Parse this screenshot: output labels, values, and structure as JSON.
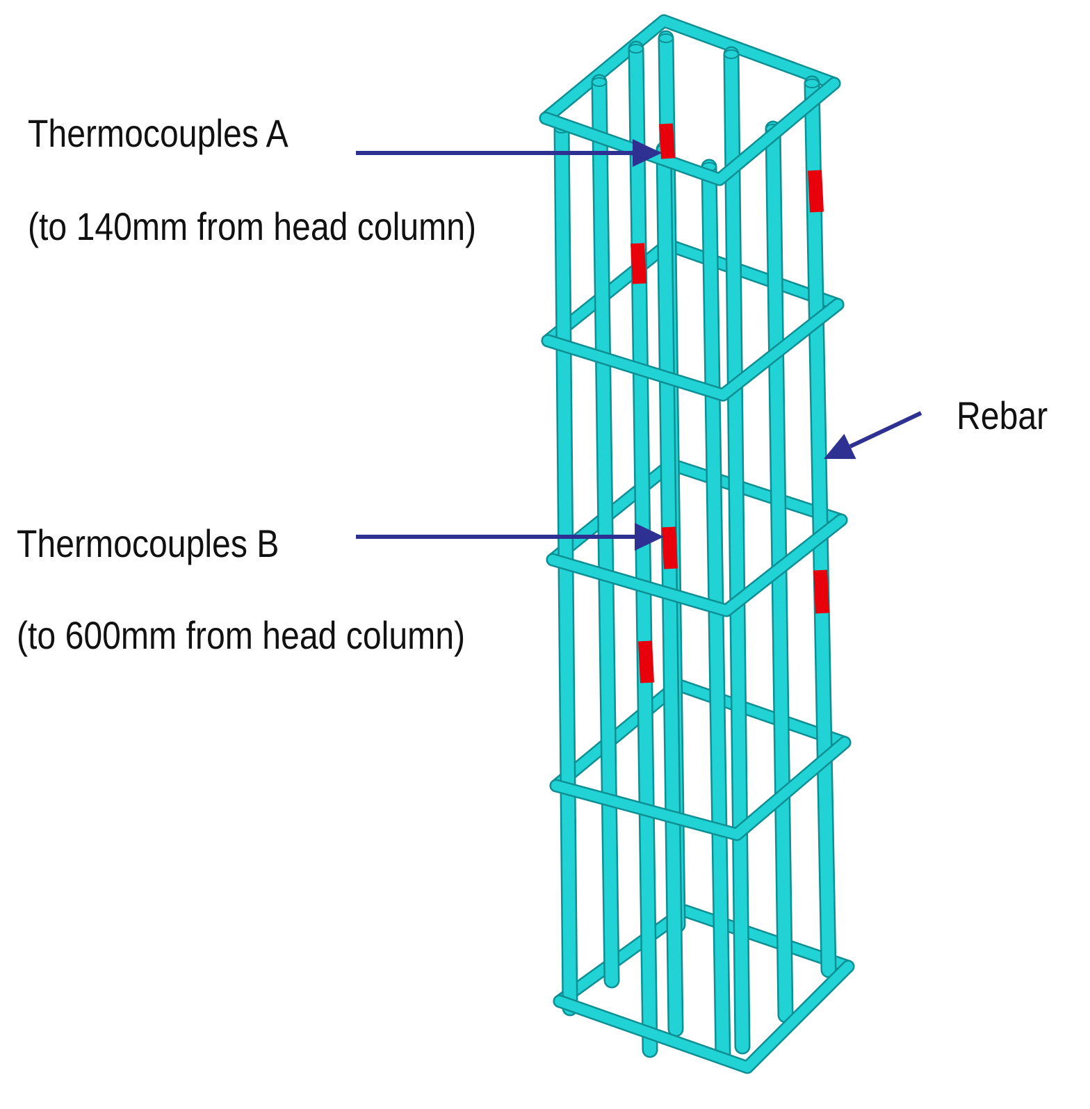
{
  "labels": {
    "thermocouples_a": "Thermocouples  A",
    "thermocouples_a_note": "(to 140mm  from  head  column)",
    "thermocouples_b": "Thermocouples  B",
    "thermocouples_b_note": "(to 600mm  from  head  column)",
    "rebar": "Rebar"
  },
  "colors": {
    "rebar": "#22d3d6",
    "rebar_edge": "#0d8f93",
    "thermocouple": "#e8000b",
    "arrow": "#2e3192",
    "text": "#111111"
  }
}
